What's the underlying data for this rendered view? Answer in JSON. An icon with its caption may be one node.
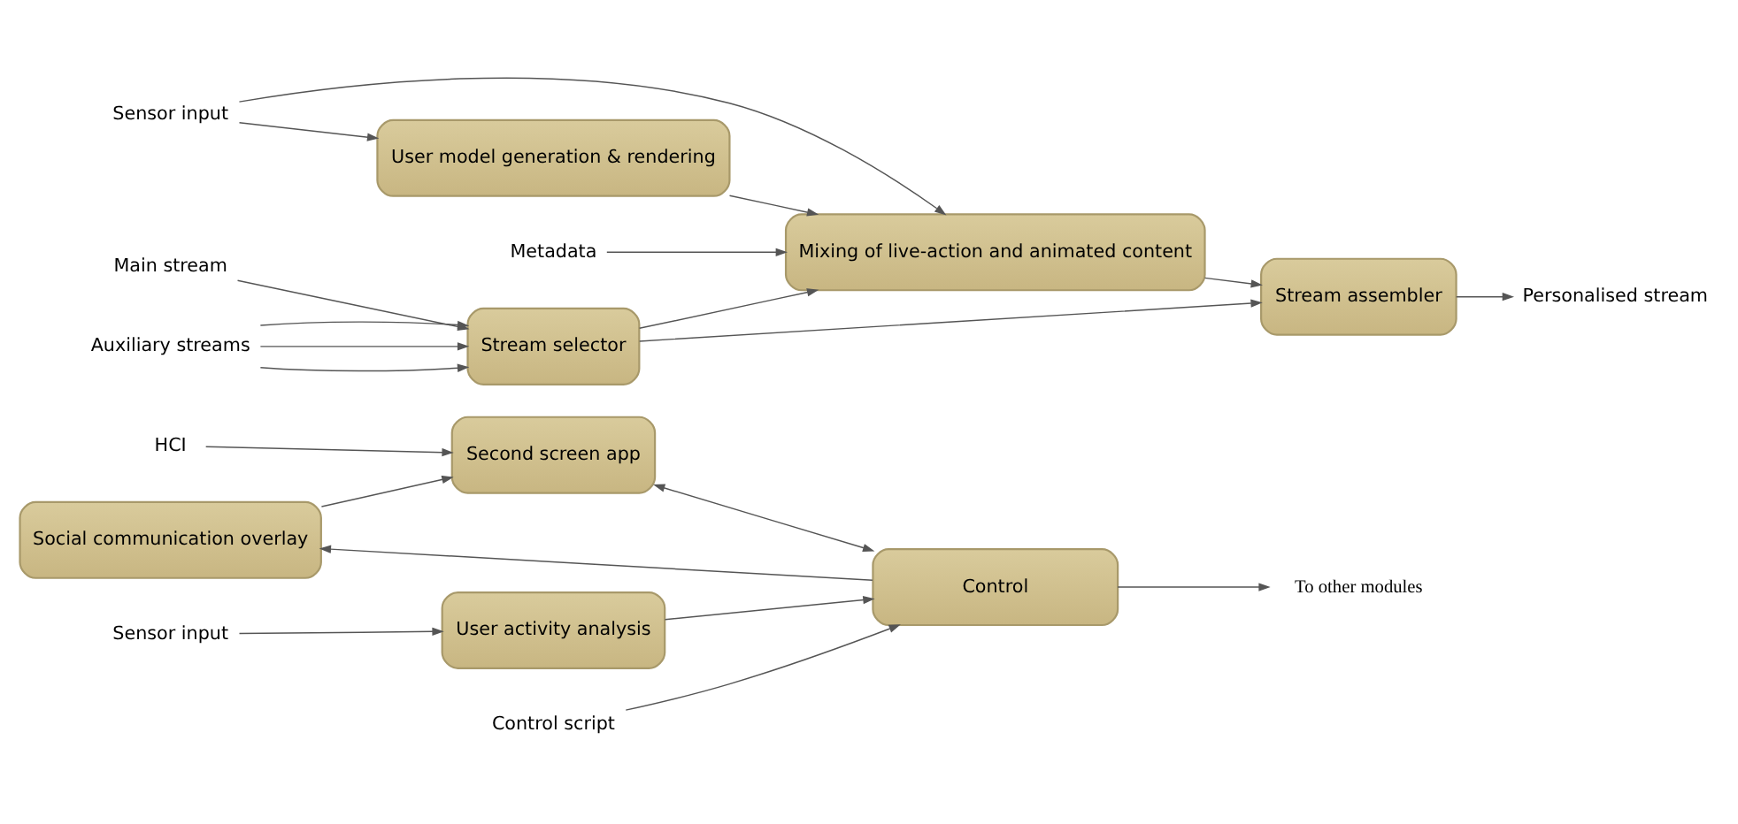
{
  "diagram": {
    "nodes": [
      {
        "text": [
          "Social communication overlay"
        ]
      },
      {
        "text": [
          "Second screen app"
        ]
      },
      {
        "text": [
          "Control"
        ]
      },
      {
        "text": [
          "User activity analysis"
        ]
      },
      {
        "text": [
          "Stream selector"
        ]
      },
      {
        "text": [
          "Stream assembler"
        ]
      },
      {
        "text": [
          "Mixing of live-action and animated content"
        ]
      },
      {
        "text": [
          "User model generation & rendering"
        ]
      },
      {
        "text": [
          "HCI"
        ]
      },
      {
        "text": [
          "Control script"
        ]
      },
      {
        "text": [
          "Sensor input"
        ]
      },
      {
        "text": [
          "To other modules"
        ]
      },
      {
        "text": [
          "Main stream"
        ]
      },
      {
        "text": [
          "Auxiliary streams"
        ]
      },
      {
        "text": [
          "Personalised stream"
        ]
      },
      {
        "text": [
          "Metadata"
        ]
      },
      {
        "text": [
          "Sensor input"
        ]
      }
    ],
    "edges": [
      {
        "from": 0,
        "to": 1,
        "arrow": "to"
      },
      {
        "from": 8,
        "to": 1,
        "arrow": "to"
      },
      {
        "from": 2,
        "to": 0,
        "arrow": "to"
      },
      {
        "from": 1,
        "to": 2,
        "arrow": "both"
      },
      {
        "from": 3,
        "to": 2,
        "arrow": "to"
      },
      {
        "from": 10,
        "to": 3,
        "arrow": "to"
      },
      {
        "from": 9,
        "to": 2,
        "arrow": "to"
      },
      {
        "from": 2,
        "to": 11,
        "arrow": "to"
      },
      {
        "from": 12,
        "to": 4,
        "arrow": "to"
      },
      {
        "from": 13,
        "to": 4,
        "arrow": "to"
      },
      {
        "from": 13,
        "to": 4,
        "arrow": "to"
      },
      {
        "from": 13,
        "to": 4,
        "arrow": "to"
      },
      {
        "from": 4,
        "to": 5,
        "arrow": "to"
      },
      {
        "from": 4,
        "to": 6,
        "arrow": "to"
      },
      {
        "from": 6,
        "to": 5,
        "arrow": "to"
      },
      {
        "from": 7,
        "to": 6,
        "arrow": "to"
      },
      {
        "from": 5,
        "to": 14,
        "arrow": "to"
      },
      {
        "from": 15,
        "to": 6,
        "arrow": "to"
      },
      {
        "from": 16,
        "to": 6,
        "arrow": "to"
      },
      {
        "from": 16,
        "to": 7,
        "arrow": "to"
      }
    ]
  }
}
